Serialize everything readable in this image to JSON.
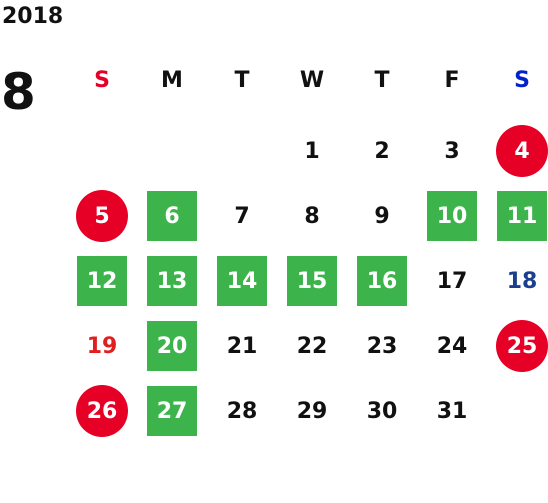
{
  "calendar": {
    "year": "2018",
    "month": "8",
    "weekdays": [
      "S",
      "M",
      "T",
      "W",
      "T",
      "F",
      "S"
    ],
    "colors": {
      "sunday": "#e60026",
      "saturday": "#0022cc",
      "text": "#111111",
      "holiday_circle": "#e60026",
      "green_box": "#3cb44b",
      "red_text": "#e02020",
      "blue_text": "#1a3f8f"
    },
    "days": [
      {
        "label": "1",
        "style": "plain"
      },
      {
        "label": "2",
        "style": "plain"
      },
      {
        "label": "3",
        "style": "plain"
      },
      {
        "label": "4",
        "style": "holiday-circle"
      },
      {
        "label": "5",
        "style": "holiday-circle"
      },
      {
        "label": "6",
        "style": "green-box"
      },
      {
        "label": "7",
        "style": "plain"
      },
      {
        "label": "8",
        "style": "plain"
      },
      {
        "label": "9",
        "style": "plain"
      },
      {
        "label": "10",
        "style": "green-box"
      },
      {
        "label": "11",
        "style": "green-box"
      },
      {
        "label": "12",
        "style": "green-box"
      },
      {
        "label": "13",
        "style": "green-box"
      },
      {
        "label": "14",
        "style": "green-box"
      },
      {
        "label": "15",
        "style": "green-box"
      },
      {
        "label": "16",
        "style": "green-box"
      },
      {
        "label": "17",
        "style": "plain"
      },
      {
        "label": "18",
        "style": "blue-text"
      },
      {
        "label": "19",
        "style": "red-text"
      },
      {
        "label": "20",
        "style": "green-box"
      },
      {
        "label": "21",
        "style": "plain"
      },
      {
        "label": "22",
        "style": "plain"
      },
      {
        "label": "23",
        "style": "plain"
      },
      {
        "label": "24",
        "style": "plain"
      },
      {
        "label": "25",
        "style": "holiday-circle"
      },
      {
        "label": "26",
        "style": "holiday-circle"
      },
      {
        "label": "27",
        "style": "green-box"
      },
      {
        "label": "28",
        "style": "plain"
      },
      {
        "label": "29",
        "style": "plain"
      },
      {
        "label": "30",
        "style": "plain"
      },
      {
        "label": "31",
        "style": "plain"
      }
    ]
  }
}
